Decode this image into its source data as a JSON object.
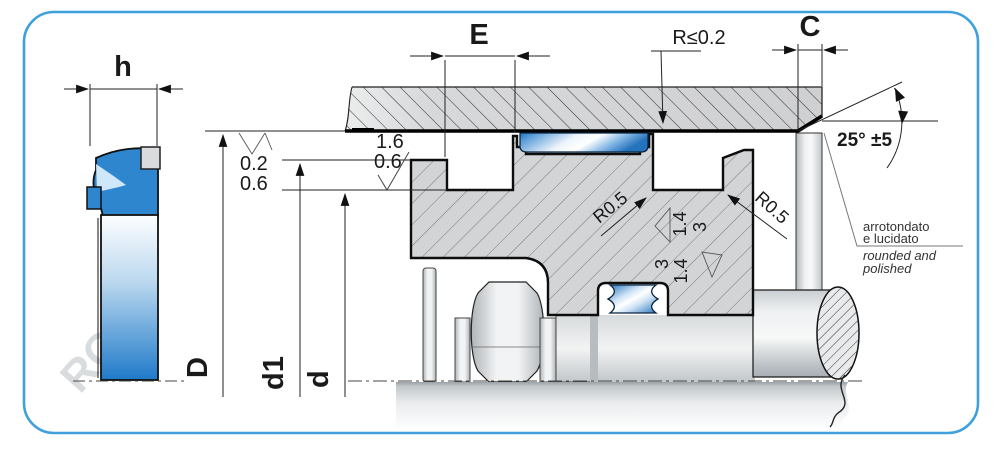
{
  "frame": {
    "border_color": "#3fa0dc",
    "background": "#ffffff"
  },
  "watermark": {
    "text": "ROM"
  },
  "profile_view": {
    "width_label": "h"
  },
  "section_view": {
    "groove_width_label": "E",
    "chamfer_length_label": "C",
    "bore_diameter_label": "D",
    "groove_diameter_label": "d1",
    "rod_diameter_label": "d",
    "corner_radius_note": "R≤0.2",
    "chamfer_angle": "25° ±5",
    "groove_radius_left": "R0.5",
    "groove_radius_right": "R0.5",
    "roughness": {
      "bore": "1.6",
      "piston_od": "0.6",
      "bore_dim_upper": "0.2",
      "bore_dim_lower": "0.6",
      "groove_wall_value": "1.4",
      "groove_wall_grade": "3",
      "groove_floor_grade": "3",
      "groove_floor_value": "1.4"
    },
    "finish_note": {
      "it_line1": "arrotondato",
      "it_line2": "e lucidato",
      "en_line1": "rounded and",
      "en_line2": "polished"
    }
  },
  "colors": {
    "seal_blue": "#2e86cf",
    "metal_gray": "#d6d7d9",
    "hatch_dark": "#2f2f2f",
    "hatch_light": "#74797d",
    "border_blue": "#3fa0dc"
  }
}
